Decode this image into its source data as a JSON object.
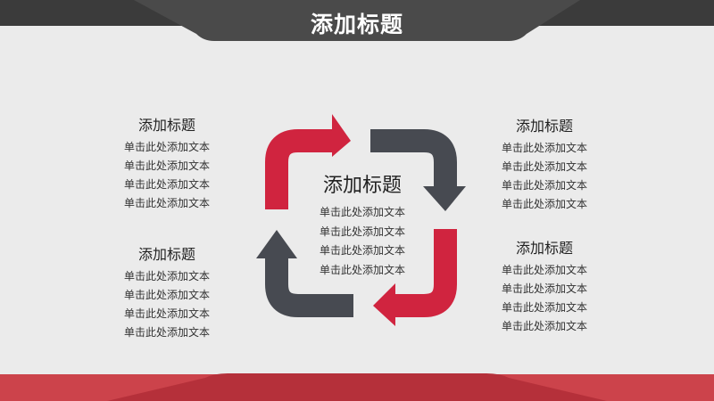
{
  "header": {
    "title": "添加标题"
  },
  "center": {
    "title": "添加标题",
    "lines": [
      "单击此处添加文本",
      "单击此处添加文本",
      "单击此处添加文本",
      "单击此处添加文本"
    ]
  },
  "blocks": [
    {
      "title": "添加标题",
      "lines": [
        "单击此处添加文本",
        "单击此处添加文本",
        "单击此处添加文本",
        "单击此处添加文本"
      ]
    },
    {
      "title": "添加标题",
      "lines": [
        "单击此处添加文本",
        "单击此处添加文本",
        "单击此处添加文本",
        "单击此处添加文本"
      ]
    },
    {
      "title": "添加标题",
      "lines": [
        "单击此处添加文本",
        "单击此处添加文本",
        "单击此处添加文本",
        "单击此处添加文本"
      ]
    },
    {
      "title": "添加标题",
      "lines": [
        "单击此处添加文本",
        "单击此处添加文本",
        "单击此处添加文本",
        "单击此处添加文本"
      ]
    }
  ],
  "colors": {
    "red": "#d0243f",
    "dark": "#474a51",
    "header": "#4a4a4a",
    "footer": "#b5303a"
  }
}
